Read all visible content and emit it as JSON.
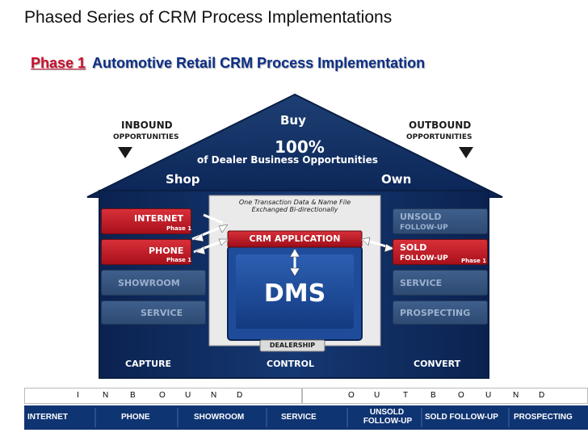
{
  "page": {
    "title": "Phased Series of CRM Process Implementations",
    "subtitle_phase": "Phase 1",
    "subtitle_text": "Automotive Retail CRM Process Implementation"
  },
  "diagram": {
    "inbound": "INBOUND",
    "inbound_sub": "OPPORTUNITIES",
    "outbound": "OUTBOUND",
    "outbound_sub": "OPPORTUNITIES",
    "buy": "Buy",
    "percent": "100%",
    "of_dealer": "of Dealer Business Opportunities",
    "shop": "Shop",
    "own": "Own",
    "left_boxes": [
      {
        "label": "INTERNET",
        "sub": "Phase 1"
      },
      {
        "label": "PHONE",
        "sub": "Phase 1"
      },
      {
        "label": "SHOWROOM"
      },
      {
        "label": "SERVICE"
      }
    ],
    "right_boxes": [
      {
        "label": "UNSOLD",
        "label2": "FOLLOW-UP"
      },
      {
        "label": "SOLD",
        "label2": "FOLLOW-UP",
        "sub": "Phase 1"
      },
      {
        "label": "SERVICE"
      },
      {
        "label": "PROSPECTING"
      }
    ],
    "transaction_line1": "One Transaction Data & Name File",
    "transaction_line2": "Exchanged Bi-directionally",
    "crm_application": "CRM APPLICATION",
    "dms": "DMS",
    "dealership": "DEALERSHIP",
    "capture": "CAPTURE",
    "control": "CONTROL",
    "convert": "CONVERT",
    "colors": {
      "navy": "#0f3472",
      "red": "#c8102e",
      "house_dark": "#0a2a5c"
    }
  },
  "bottom_bar": {
    "inbound_letters": [
      "I",
      "N",
      "B",
      "O",
      "U",
      "N",
      "D"
    ],
    "outbound_letters": [
      "O",
      "U",
      "T",
      "B",
      "O",
      "U",
      "N",
      "D"
    ],
    "items": [
      "INTERNET",
      "PHONE",
      "SHOWROOM",
      "SERVICE",
      "UNSOLD",
      "FOLLOW-UP",
      "SOLD FOLLOW-UP",
      "PROSPECTING"
    ]
  }
}
